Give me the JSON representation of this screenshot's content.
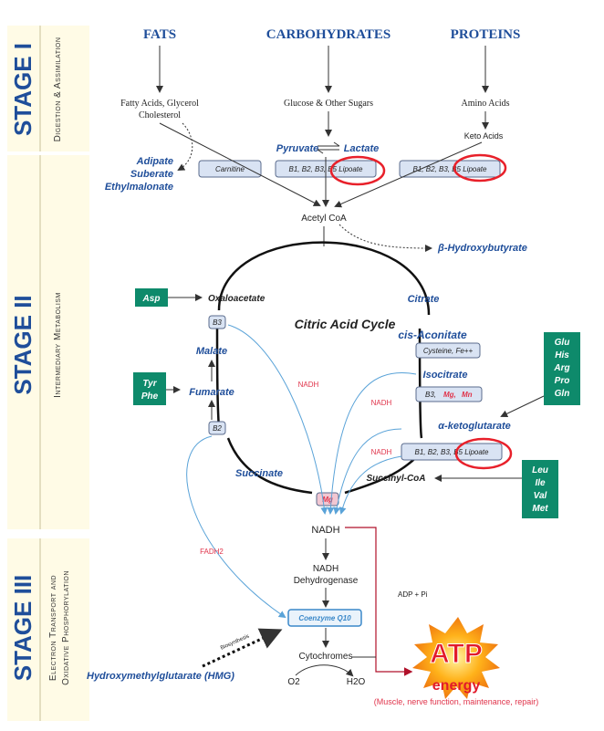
{
  "stages": [
    {
      "title": "STAGE I",
      "subtitle": "Digestion & Assimilation"
    },
    {
      "title": "STAGE II",
      "subtitle": "Intermediary Metabolism"
    },
    {
      "title": "STAGE III",
      "subtitle_line1": "Electron Transport and",
      "subtitle_line2": "Oxidative Phosphorylation"
    }
  ],
  "top": {
    "fats": "FATS",
    "carbs": "CARBOHYDRATES",
    "proteins": "PROTEINS"
  },
  "stage1": {
    "fatty_acids_line1": "Fatty Acids, Glycerol",
    "fatty_acids_line2": "Cholesterol",
    "glucose": "Glucose & Other Sugars",
    "amino_acids": "Amino Acids",
    "keto_acids": "Keto Acids",
    "pyruvate": "Pyruvate",
    "lactate": "Lactate",
    "adipate": "Adipate",
    "suberate": "Suberate",
    "ethylmalonate": "Ethylmalonate",
    "carnitine": "Carnitine",
    "b_box_1": "B1, B2, B3, B5 Lipoate",
    "b_box_2": "B1, B2, B3, B5 Lipoate",
    "acetyl_coa": "Acetyl CoA",
    "hydroxybutyrate": "β-Hydroxybutyrate"
  },
  "cycle": {
    "title": "Citric Acid Cycle",
    "asp": "Asp",
    "oxaloacetate": "Oxaloacetate",
    "citrate": "Citrate",
    "cis_aconitate": "cis-Aconitate",
    "cysteine_box": "Cysteine, Fe++",
    "isocitrate": "Isocitrate",
    "b3_mg_mn_b3": "B3,",
    "b3_mg_mn_mg": "Mg,",
    "b3_mg_mn_mn": "Mn",
    "alpha_kg": "α-ketoglutarate",
    "kg_box": "B1, B2, B3, B5 Lipoate",
    "succinyl_coa": "Succinyl-CoA",
    "succinate": "Succinate",
    "fumarate": "Fumarate",
    "malate": "Malate",
    "b3_small": "B3",
    "b2_small": "B2",
    "mg_box": "Mg",
    "nadh_label": "NADH",
    "tyr": "Tyr",
    "phe": "Phe",
    "glu_group": [
      "Glu",
      "His",
      "Arg",
      "Pro",
      "Gln"
    ],
    "leu_group": [
      "Leu",
      "Ile",
      "Val",
      "Met"
    ]
  },
  "stage3": {
    "nadh": "NADH",
    "fadh2": "FADH2",
    "nadh_dehyd_line1": "NADH",
    "nadh_dehyd_line2": "Dehydrogenase",
    "adp": "ADP + Pi",
    "coq10": "Coenzyme Q10",
    "biosynthesis": "Biosynthesis",
    "hmg": "Hydroxymethylglutarate (HMG)",
    "cytochromes": "Cytochromes",
    "o2": "O2",
    "h2o": "H2O",
    "atp": "ATP",
    "energy": "energy",
    "energy_note": "(Muscle, nerve function, maintenance, repair)"
  },
  "colors": {
    "accent": "#1f4e9a",
    "green": "#0e8a6b",
    "red": "#e0344b",
    "highlight": "#e8202a"
  }
}
